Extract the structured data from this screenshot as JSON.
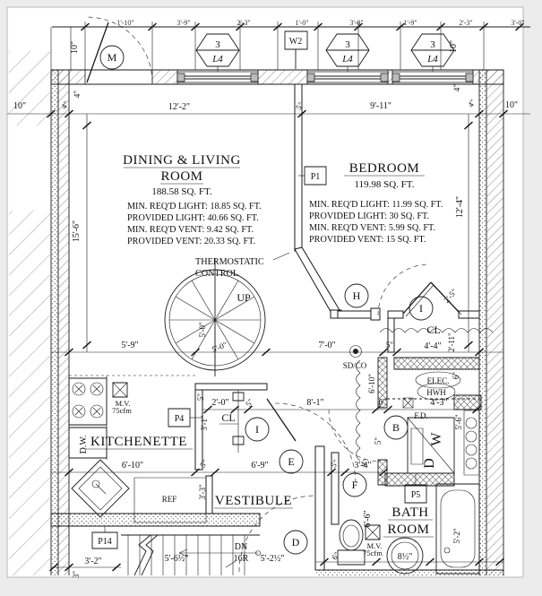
{
  "page": {
    "bg": "#ececec",
    "paper": "#ffffff",
    "ink": "#1a1a1a"
  },
  "rooms": {
    "dining": {
      "line1": "DINING & LIVING",
      "line2": "ROOM",
      "area": "188.58 SQ. FT.",
      "notes": [
        "MIN. REQ'D LIGHT: 18.85 SQ. FT.",
        "PROVIDED LIGHT: 40.66 SQ. FT.",
        "MIN. REQ'D VENT: 9.42 SQ. FT.",
        "PROVIDED VENT: 20.33 SQ. FT."
      ]
    },
    "bedroom": {
      "line1": "BEDROOM",
      "area": "119.98 SQ. FT.",
      "notes": [
        "MIN. REQ'D LIGHT: 11.99 SQ. FT.",
        "PROVIDED LIGHT: 30 SQ. FT.",
        "MIN. REQ'D VENT: 5.99 SQ. FT.",
        "PROVIDED VENT: 15 SQ. FT."
      ]
    },
    "kitchenette": "KITCHENETTE",
    "vestibule": "VESTIBULE",
    "bath_line1": "BATH",
    "bath_line2": "ROOM",
    "closet_center": "CL",
    "closet_right": "CL"
  },
  "tags": {
    "m": "M",
    "h": "H",
    "i_right": "I",
    "i_center": "I",
    "b": "B",
    "e": "E",
    "f": "F",
    "d": "D",
    "w2": "W2",
    "p1": "P1",
    "p4": "P4",
    "p5": "P5",
    "p14": "P14",
    "window_num": "3",
    "window_sheet": "L4"
  },
  "notes": {
    "thermo1": "THERMOSTATIC",
    "thermo2": "CONTROL",
    "up": "UP",
    "dn": "DN",
    "dn_risers": "16R",
    "sdco": "SD/CO",
    "mv": "M.V.",
    "mv_cfm": "75cfm",
    "mv2": "M.V.",
    "mv2_cfm": "75cfm",
    "dw": "D.W.",
    "ref": "REF",
    "fd": "F.D.",
    "elec": "ELEC.",
    "hwh": "HWH",
    "washer": "W",
    "dryer": "D"
  },
  "dims": {
    "d10_margin_left": "10\"",
    "d4_slant_left": "4\"",
    "d10_wall_left": "10\"",
    "d4_wall_left": "4\"",
    "d12_2": "12'-2\"",
    "d5_top": "5\"",
    "d9_11": "9'-11\"",
    "d4_wall_right": "4\"",
    "d4_slant_right": "4\"",
    "d10_wall_right": "10\"",
    "d10_margin_right": "10\"",
    "d15_6": "15'-6\"",
    "d12_4": "12'-4\"",
    "d5_9": "5'-9\"",
    "d5_0_a": "5'-0\"",
    "d5_0_b": "5'-0\"",
    "d7_0": "7'-0\"",
    "d5_mid": "5\"",
    "d4_4": "4'-4\"",
    "d2_11": "2'-11\"",
    "d2_5": "2'-5\"",
    "d2_0": "2'-0\"",
    "d5_cl": "5\"",
    "d8_1": "8'-1\"",
    "d3_1": "3'-1\"",
    "d5_cl_side": "5\"",
    "d6_bath_door": "6\"",
    "d4_3": "4'-3\"",
    "d6_10_kitchen": "6'-10\"",
    "d5_v1": "5\"",
    "d6_9": "6'-9\"",
    "d5_v2": "5\"",
    "d3_4": "3'-4\"",
    "d3_3": "3'-3\"",
    "d6_10_bath": "6'-10\"",
    "d5_bath": "5\"",
    "d6_elec": "6\"",
    "d5_6": "5'-6\"",
    "d6_6": "6'-6\"",
    "d5_2": "5'-2\"",
    "d8_half": "8½\"",
    "d6_toilet": "6\"",
    "d4_bath": "4\"",
    "d5_6_half": "5'-6½\"",
    "d5_2_half": "5'-2½\"",
    "d3_2": "3'-2\"",
    "d3_only": "3\""
  },
  "top_partials": [
    "1'-10\"",
    "3'-9\"",
    "2'-3\"",
    "1'-0\"",
    "3'-0\"",
    "1'-9\"",
    "2'-3\"",
    "3'-0\""
  ]
}
